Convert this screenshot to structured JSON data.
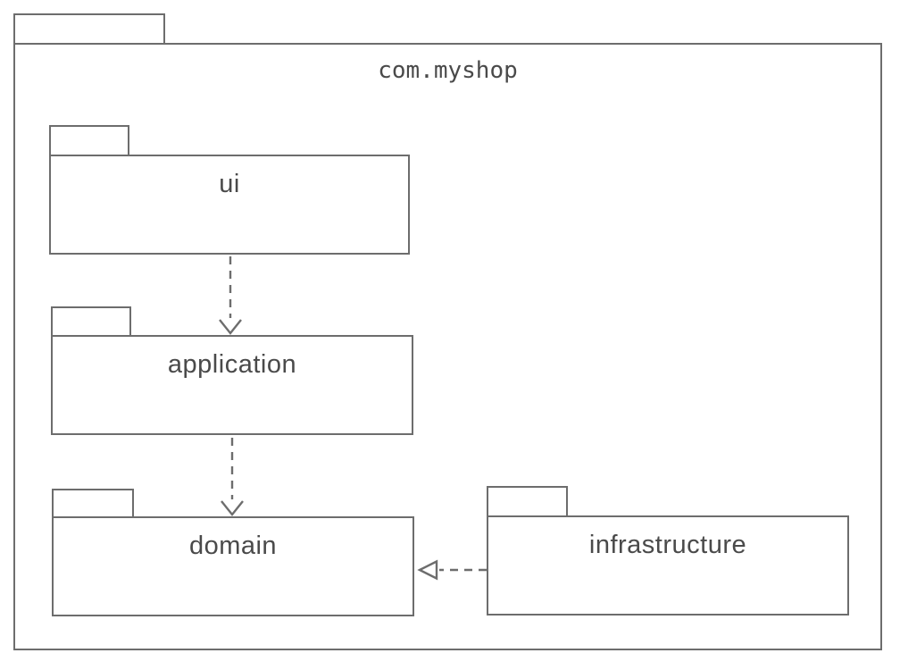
{
  "diagram": {
    "type": "uml-package-diagram",
    "outer_package": {
      "name": "com.myshop"
    },
    "packages": [
      {
        "name": "ui"
      },
      {
        "name": "application"
      },
      {
        "name": "domain"
      },
      {
        "name": "infrastructure"
      }
    ],
    "relations": [
      {
        "from": "ui",
        "to": "application",
        "type": "dependency",
        "line": "dashed",
        "arrowhead": "open-v"
      },
      {
        "from": "application",
        "to": "domain",
        "type": "dependency",
        "line": "dashed",
        "arrowhead": "open-v"
      },
      {
        "from": "infrastructure",
        "to": "domain",
        "type": "realization",
        "line": "dashed",
        "arrowhead": "hollow-triangle"
      }
    ],
    "colors": {
      "stroke": "#6d6d6d",
      "text": "#4a4a4a",
      "background": "#ffffff"
    }
  }
}
